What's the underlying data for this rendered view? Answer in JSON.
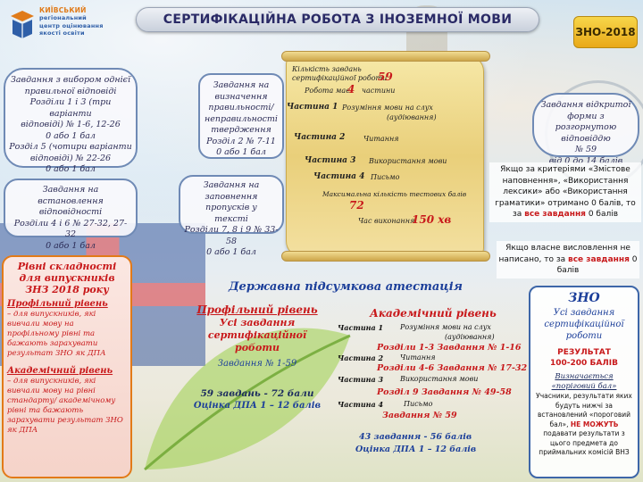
{
  "header": {
    "logo_lines": [
      "КИЇВСЬКИЙ",
      "регіональний",
      "центр оцінювання",
      "якості освіти"
    ],
    "title": "СЕРТИФІКАЦІЙНА РОБОТА З ІНОЗЕМНОЇ МОВИ",
    "badge": "ЗНО-2018"
  },
  "callouts": {
    "multiple_choice": [
      "Завдання з вибором однієї",
      "правильної відповіді",
      "Розділи 1 і 3 (три варіанти",
      "відповіді) № 1-6, 12-26",
      "0 або 1 бал",
      "Розділ 5 (чотири варіанти",
      "відповіді) № 22-26",
      "0 або 1 бал"
    ],
    "matching": [
      "Завдання на встановлення",
      "відповідності",
      "Розділи 4 і 6 № 27-32, 27-32",
      "0 або 1 бал"
    ],
    "true_false": [
      "Завдання на",
      "визначення",
      "правильності/",
      "неправильності",
      "твердження",
      "Розділ 2 № 7-11",
      "0 або 1 бал"
    ],
    "gap_fill": [
      "Завдання на",
      "заповнення пропусків у",
      "тексті",
      "Розділи 7, 8 і 9 № 33-58",
      "0 або 1 бал"
    ],
    "open": [
      "Завдання відкритої",
      "форми з розгорнутою",
      "відповіддю",
      "№ 59",
      "від 0 до 14 балів"
    ]
  },
  "scroll": {
    "tasks_label_1": "Кількість завдань",
    "tasks_label_2": "сертифікаційної роботи",
    "tasks_count": "59",
    "parts_prefix": "Робота має",
    "parts_count": "4",
    "parts_suffix": "частини",
    "parts": [
      {
        "label": "Частина 1",
        "desc": "Розуміння мови на слух",
        "sub": "(аудіювання)"
      },
      {
        "label": "Частина 2",
        "desc": "Читання",
        "sub": ""
      },
      {
        "label": "Частина 3",
        "desc": "Використання мови",
        "sub": ""
      },
      {
        "label": "Частина 4",
        "desc": "Письмо",
        "sub": ""
      }
    ],
    "max_label": "Максимальна кількість тестових балів",
    "max_value": "72",
    "time_label": "Час виконання",
    "time_value": "150 хв"
  },
  "notes": {
    "criteria": {
      "p1": "Якщо за критеріями «Змістове наповнення», «Використання лексики» або «Використання граматики» отримано 0 балів,",
      "p2": "то за",
      "red": "все завдання",
      "p3": "0 балів"
    },
    "not_written": {
      "p1": "Якщо власне висловлення не написано, то за",
      "red": "все завдання",
      "p2": "0 балів"
    }
  },
  "levels": {
    "title": [
      "Рівні складності",
      "для випускників",
      "ЗНЗ 2018 року"
    ],
    "profile_head": "Профільний рівень",
    "profile_body": "– для випускників, які вивчали мову на профільному рівні та бажають зарахувати результат ЗНО як ДПА",
    "academic_head": "Академічний рівень",
    "academic_body": "– для випускників, які вивчали мову на рівні стандарту/ академічному рівні та бажають зарахувати результат ЗНО як ДПА"
  },
  "dpa": {
    "title": "Державна підсумкова атестація",
    "profile": {
      "head": "Профільний рівень",
      "sub": [
        "Усі завдання",
        "сертифікаційної роботи"
      ],
      "tasks": "Завдання № 1-59",
      "score": "59 завдань - 72 бали",
      "grade": "Оцінка ДПА 1 – 12 балів"
    },
    "academic": {
      "head": "Академічний рівень",
      "part1": "Частина 1",
      "part1_desc": "Розуміння мови на слух",
      "part1_sub": "(аудіювання)",
      "sections1": "Розділи 1-3 Завдання № 1-16",
      "part2": "Частина 2",
      "part2_desc": "Читання",
      "sections2": "Розділи 4-6 Завдання № 17-32",
      "part3": "Частина 3",
      "part3_desc": "Використання мови",
      "sections3": "Розділ 9 Завдання № 49-58",
      "part4": "Частина 4",
      "part4_desc": "Письмо",
      "task4": "Завдання № 59",
      "score": "43 завдання - 56 балів",
      "grade": "Оцінка ДПА 1 – 12 балів"
    }
  },
  "zno": {
    "head": "ЗНО",
    "sub": [
      "Усі завдання",
      "сертифікаційної роботи"
    ],
    "result": [
      "РЕЗУЛЬТАТ",
      "100-200 БАЛІВ"
    ],
    "threshold": [
      "Визначається",
      "«поріговий бал»"
    ],
    "text_1": "Учасники, результати яких будуть нижчі за встановлений «пороговий бал»,",
    "text_red": "НЕ МОЖУТЬ",
    "text_2": "подавати результати з цього предмета до приймальних комісій ВНЗ"
  },
  "colors": {
    "accent_red": "#c8191b",
    "accent_blue": "#1c3f9a",
    "callout_border": "#6f8ab5",
    "scroll": "#e9cf7a"
  }
}
